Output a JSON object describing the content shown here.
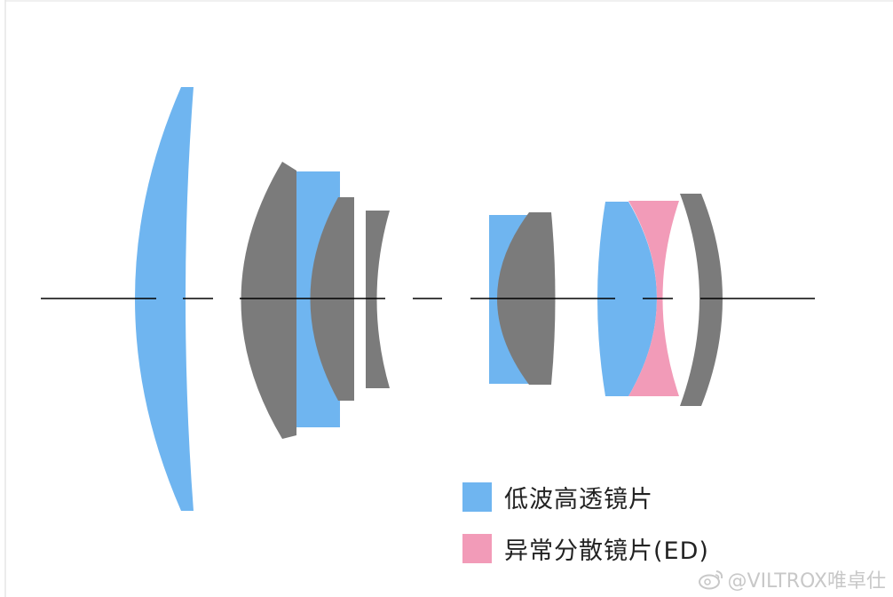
{
  "legend": {
    "items": [
      {
        "label": "低波高透镜片",
        "color": "#6fb5f0"
      },
      {
        "label": "异常分散镜片(ED)",
        "color": "#f29bb8"
      }
    ]
  },
  "colors": {
    "low_dispersion": "#6fb5f0",
    "ed": "#f29bb8",
    "standard": "#7b7b7b",
    "axis": "#000000"
  },
  "watermark": {
    "text": "@VILTROX唯卓仕",
    "icon": "weibo-icon"
  }
}
